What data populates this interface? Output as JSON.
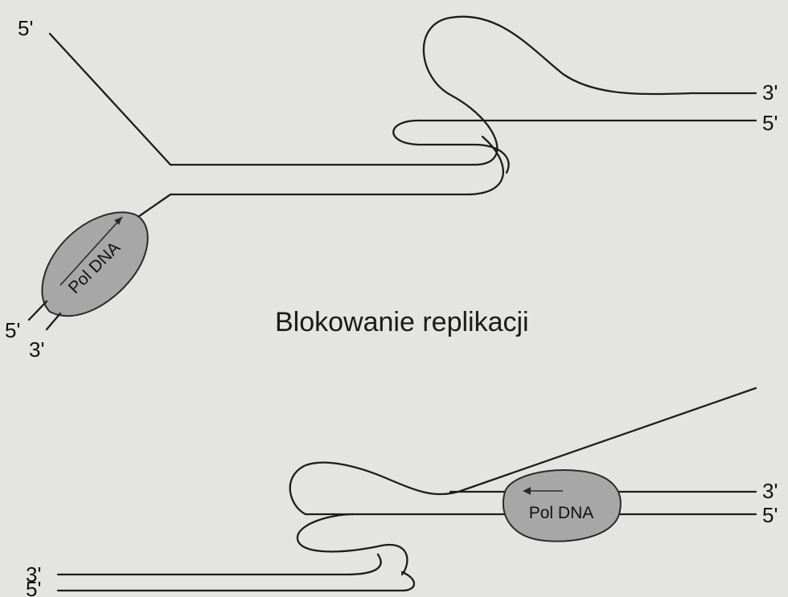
{
  "title": "Blokowanie replikacji",
  "top_fork": {
    "labels": {
      "left_top_5": "5'",
      "right_upper_3": "3'",
      "right_lower_5": "5'",
      "left_bottom_5": "5'",
      "left_bottom_3": "3'"
    },
    "polymerase_label": "Pol DNA"
  },
  "bottom_fork": {
    "labels": {
      "right_upper_3": "3'",
      "right_lower_5": "5'",
      "left_upper_3": "3'",
      "left_lower_5": "5'"
    },
    "polymerase_label": "Pol DNA"
  },
  "colors": {
    "background": "#e4e4e2",
    "strand": "#1c1c1c",
    "polymerase_fill": "#a7a7a7"
  }
}
